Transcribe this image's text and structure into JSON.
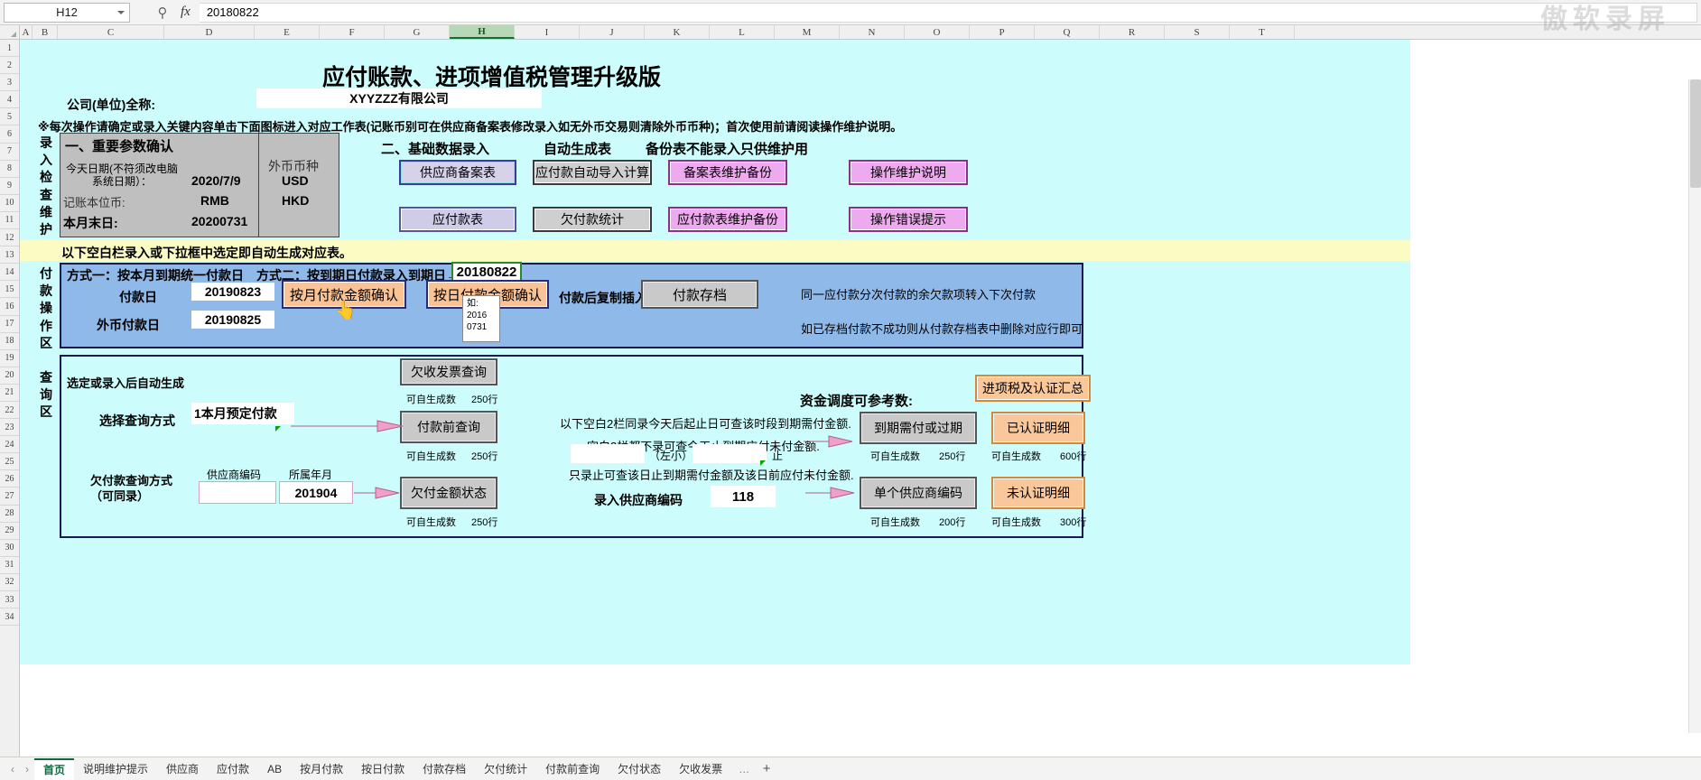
{
  "formula_bar": {
    "name_box": "H12",
    "formula_value": "20180822",
    "search_icon": "magnifier-icon",
    "fx_label": "fx",
    "watermark": "傲软录屏"
  },
  "columns": [
    "A",
    "B",
    "C",
    "D",
    "E",
    "F",
    "G",
    "H",
    "I",
    "J",
    "K",
    "L",
    "M",
    "N",
    "O",
    "P",
    "Q",
    "R",
    "S",
    "T"
  ],
  "selected_column": "H",
  "rows": [
    1,
    2,
    3,
    4,
    5,
    6,
    7,
    8,
    9,
    10,
    11,
    12,
    13,
    14,
    15,
    16,
    17,
    18,
    19,
    20,
    21,
    22,
    23,
    24,
    25,
    26,
    27,
    28,
    29,
    30,
    31,
    32,
    33,
    34
  ],
  "sheet": {
    "title": "应付账款、进项增值税管理升级版",
    "company_label": "公司(单位)全称:",
    "company_value": "XYYZZZ有限公司",
    "notice": "※每次操作请确定或录入关键内容单击下面图标进入对应工作表(记账币别可在供应商备案表修改录入如无外币交易则清除外币币种)；首次使用前请阅读操作维护说明。",
    "side_label_entry": "录入检查维护",
    "side_label_query": "查询区",
    "side_label_pay": "付款操作区",
    "params": {
      "heading": "一、重要参数确认",
      "currency_heading": "外币币种",
      "rows": [
        {
          "label": "今天日期(不符须改电脑系统日期）：",
          "value": "2020/7/9",
          "fx": "USD"
        },
        {
          "label": "记账本位币:",
          "value": "RMB",
          "fx": "HKD"
        },
        {
          "label": "本月末日:",
          "value": "20200731",
          "fx": ""
        }
      ]
    },
    "sections": {
      "basic_data": "二、基础数据录入",
      "auto_gen": "自动生成表",
      "backup_note": "备份表不能录入只供维护用"
    },
    "top_buttons": [
      {
        "label": "供应商备案表",
        "style": "lav2"
      },
      {
        "label": "应付款自动导入计算",
        "style": "gray"
      },
      {
        "label": "备案表维护备份",
        "style": "pink"
      },
      {
        "label": "操作维护说明",
        "style": "pink"
      },
      {
        "label": "应付款表",
        "style": "lav"
      },
      {
        "label": "欠付款统计",
        "style": "gray"
      },
      {
        "label": "应付款表维护备份",
        "style": "pink"
      },
      {
        "label": "操作错误提示",
        "style": "pink"
      }
    ],
    "yellow_hint": "以下空白栏录入或下拉框中选定即自动生成对应表。",
    "payment": {
      "method1": "方式一：按本月到期统一付款日",
      "method2": "方式二：按到期日付款录入到期日→",
      "due_date_value": "20180822",
      "pay_date_label": "付款日",
      "pay_date_value": "20190823",
      "fx_pay_date_label": "外币付款日",
      "fx_pay_date_value": "20190825",
      "btn_month": "按月付款金额确认",
      "btn_day": "按日付款金额确认",
      "after_pay_label": "付款后复制插入",
      "btn_archive": "付款存档",
      "note1": "同一应付款分次付款的余欠款项转入下次付款",
      "note2": "如已存档付款不成功则从付款存档表中删除对应行即可",
      "tooltip": "如:\n2016\n0731"
    },
    "query": {
      "auto_gen_note": "选定或录入后自动生成",
      "select_mode_label": "选择查询方式",
      "select_mode_value": "1本月预定付款",
      "owed_query_label": "欠付款查询方式（可同录）",
      "supplier_code_label": "供应商编码",
      "period_label": "所属年月",
      "supplier_code_value": "",
      "period_value": "201904",
      "btn_invoice": "欠收发票查询",
      "btn_prepay": "付款前查询",
      "btn_amount_status": "欠付金额状态",
      "rowcount_label": "可自生成数",
      "rowcount_invoice": "250行",
      "rowcount_prepay": "250行",
      "rowcount_amount": "250行",
      "funds_heading": "资金调度可参考数:",
      "funds_note1": "以下空白2栏同录今天后起止日可查该时段到期需付金额.",
      "funds_note2": "空白2栏都不录可查今天止到期应付未付金额.",
      "funds_note3": "只录止可查该日止到期需付金额及该日前应付未付金额.",
      "range_from_label": "（左小）起",
      "range_to_label": "止",
      "supplier_input_label": "录入供应商编码",
      "supplier_input_value": "118",
      "btn_due_overdue": "到期需付或过期",
      "btn_single_supplier": "单个供应商编码",
      "rowcount_due": "250行",
      "rowcount_single": "200行",
      "btn_tax_summary": "进项税及认证汇总",
      "btn_certified": "已认证明细",
      "btn_uncertified": "未认证明细",
      "rowcount_certified": "600行",
      "rowcount_uncertified": "300行"
    }
  },
  "tabs": [
    {
      "label": "首页",
      "active": true
    },
    {
      "label": "说明维护提示",
      "active": false
    },
    {
      "label": "供应商",
      "active": false
    },
    {
      "label": "应付款",
      "active": false
    },
    {
      "label": "AB",
      "active": false
    },
    {
      "label": "按月付款",
      "active": false
    },
    {
      "label": "按日付款",
      "active": false
    },
    {
      "label": "付款存档",
      "active": false
    },
    {
      "label": "欠付统计",
      "active": false
    },
    {
      "label": "付款前查询",
      "active": false
    },
    {
      "label": "欠付状态",
      "active": false
    },
    {
      "label": "欠收发票",
      "active": false
    }
  ],
  "tabbar": {
    "prev": "‹",
    "next": "›",
    "overflow": "…",
    "add": "+"
  },
  "colors": {
    "cyan_bg": "#ccfcfc",
    "blue_box": "#8fb9e8",
    "yellow": "#fdfbc4",
    "orange": "#f9c79a",
    "pink": "#eeaaee",
    "lavender": "#cfcce8"
  }
}
